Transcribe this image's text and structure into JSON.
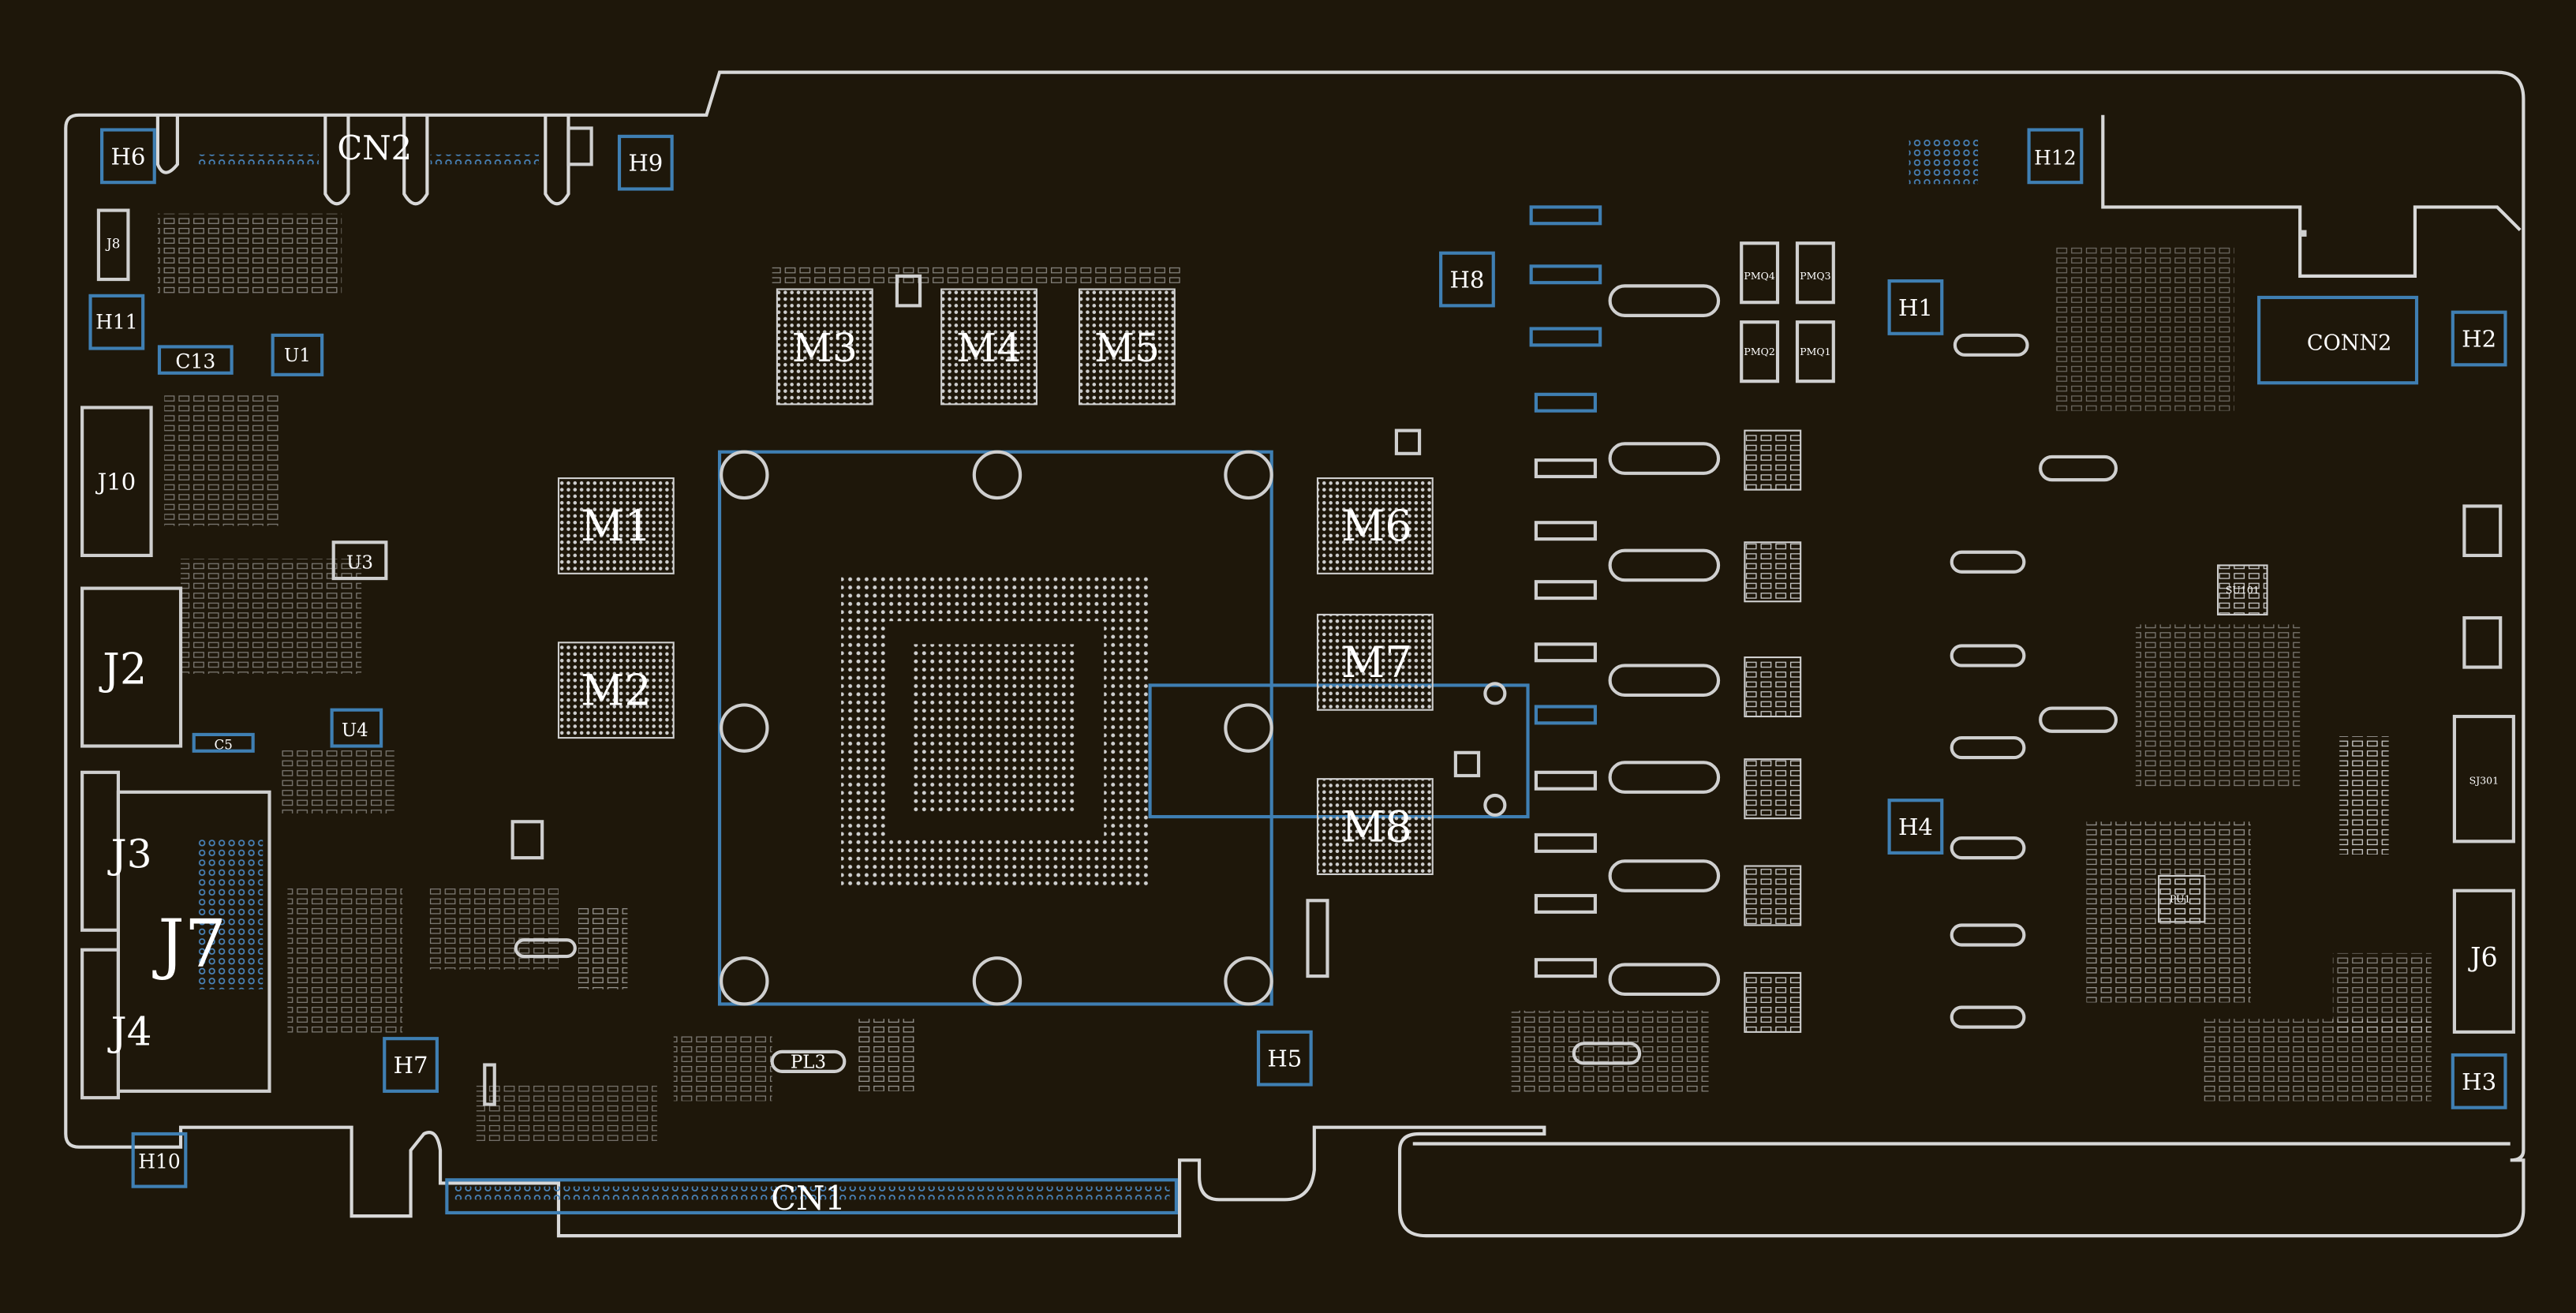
{
  "board": {
    "background": "#1e170a",
    "silkscreen_color": "#d8d8d8",
    "copper_color": "#3f7fb3"
  },
  "refdes": {
    "CN1": "CN1",
    "CN2": "CN2",
    "CONN2": "CONN2",
    "M1": "M1",
    "M2": "M2",
    "M3": "M3",
    "M4": "M4",
    "M5": "M5",
    "M6": "M6",
    "M7": "M7",
    "M8": "M8",
    "J2": "J2",
    "J3": "J3",
    "J4": "J4",
    "J6": "J6",
    "J7": "J7",
    "J8": "J8",
    "J10": "J10",
    "H1": "H1",
    "H2": "H2",
    "H3": "H3",
    "H4": "H4",
    "H5": "H5",
    "H6": "H6",
    "H7": "H7",
    "H8": "H8",
    "H9": "H9",
    "H10": "H10",
    "H11": "H11",
    "H12": "H12",
    "U1": "U1",
    "U3": "U3",
    "U4": "U4",
    "C13": "C13",
    "C5": "C5",
    "PL3": "PL3",
    "PU1": "PU1",
    "SU101": "SU101",
    "SJ301": "SJ301",
    "PMQ4": "PMQ4",
    "PMQ3": "PMQ3",
    "PMQ2": "PMQ2",
    "PMQ1": "PMQ1"
  }
}
